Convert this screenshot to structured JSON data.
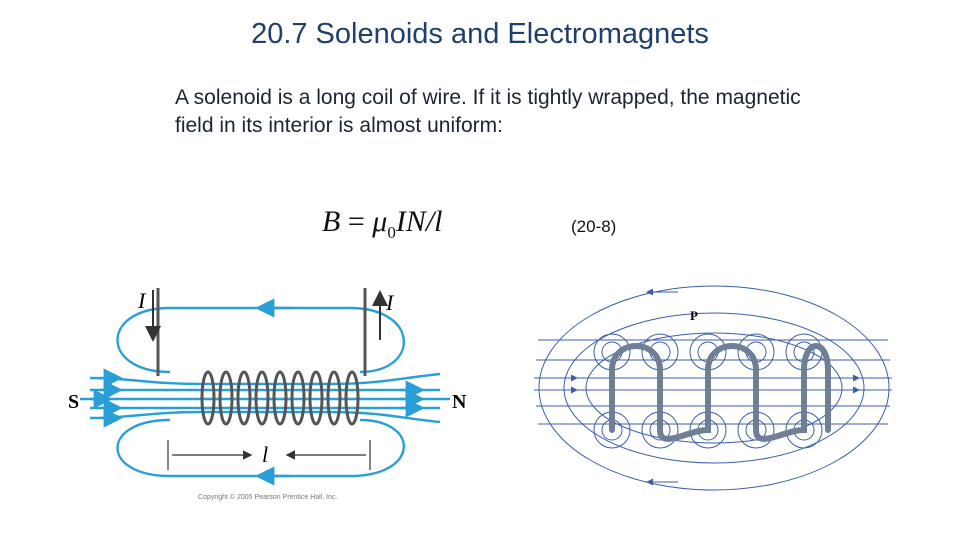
{
  "slide": {
    "title": "20.7 Solenoids and Electromagnets",
    "paragraph": "A solenoid is a long coil of wire. If it is tightly wrapped, the magnetic field in its interior is almost uniform:",
    "equation": {
      "lhs": "B",
      "equals": "=",
      "mu": "μ",
      "mu_sub": "0",
      "rhs": "IN/l",
      "number": "(20-8)"
    }
  },
  "figure_left": {
    "current_label_left": "I",
    "current_label_right": "I",
    "south_label": "S",
    "north_label": "N",
    "length_label": "l",
    "copyright": "Copyright © 2005 Pearson Prentice Hall, Inc.",
    "field_color": "#2a9fd6",
    "coil_color": "#555555"
  },
  "figure_right": {
    "point_label": "P",
    "field_color": "#3b5ea8",
    "coil_color": "#6f7f96"
  }
}
